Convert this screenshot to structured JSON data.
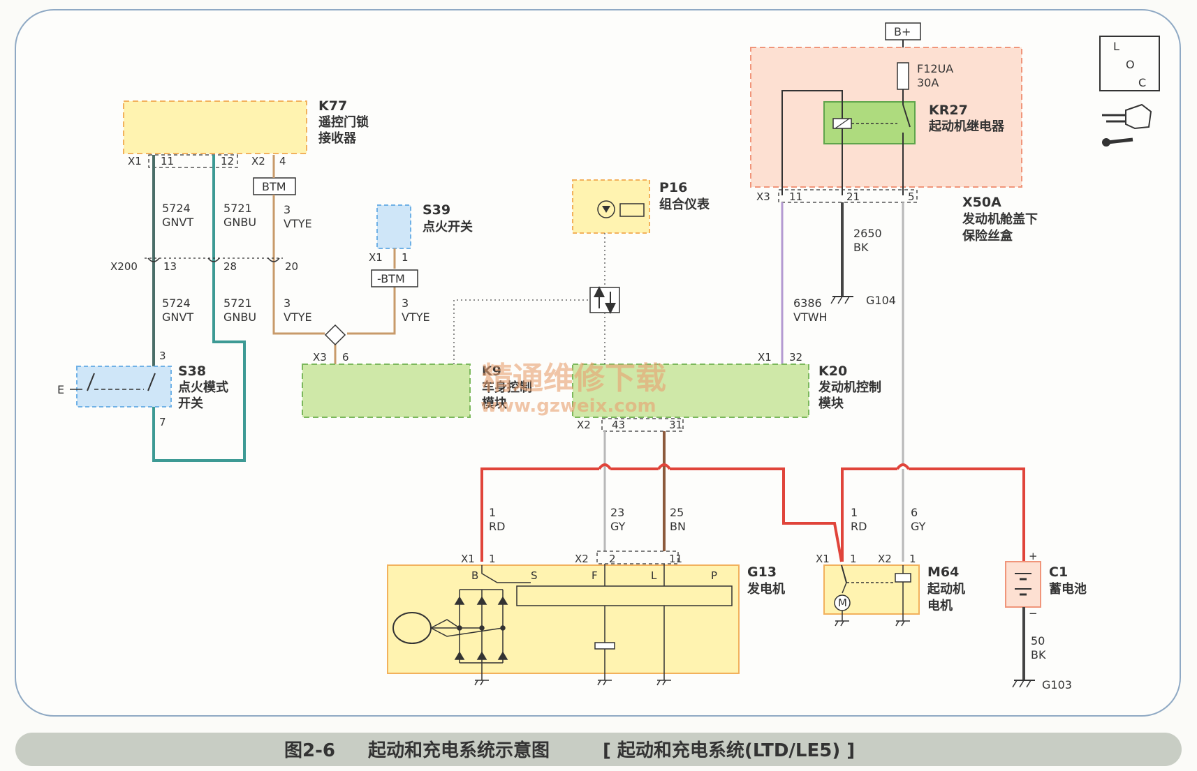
{
  "caption": {
    "figure": "图2-6",
    "title": "起动和充电系统示意图",
    "subtitle": "[ 起动和充电系统(LTD/LE5) ]"
  },
  "watermark": {
    "line1": "精通维修下载",
    "line2": "www.gzweix.com"
  },
  "icons": {
    "loc_l": "L",
    "loc_o": "O",
    "loc_c": "C"
  },
  "supply": {
    "label": "B+"
  },
  "fuse": {
    "name": "F12UA",
    "rating": "30A"
  },
  "components": {
    "k77": {
      "id": "K77",
      "line1": "遥控门锁",
      "line2": "接收器"
    },
    "s39": {
      "id": "S39",
      "name": "点火开关"
    },
    "p16": {
      "id": "P16",
      "name": "组合仪表"
    },
    "kr27": {
      "id": "KR27",
      "name": "起动机继电器"
    },
    "x50a": {
      "id": "X50A",
      "line1": "发动机舱盖下",
      "line2": "保险丝盒"
    },
    "s38": {
      "id": "S38",
      "line1": "点火模式",
      "line2": "开关"
    },
    "k9": {
      "id": "K9",
      "line1": "车身控制",
      "line2": "模块"
    },
    "k20": {
      "id": "K20",
      "line1": "发动机控制",
      "line2": "模块"
    },
    "g13": {
      "id": "G13",
      "name": "发电机"
    },
    "m64": {
      "id": "M64",
      "line1": "起动机",
      "line2": "电机"
    },
    "c1": {
      "id": "C1",
      "name": "蓄电池"
    }
  },
  "connectors": {
    "k77_x1": "X1",
    "k77_x2": "X2",
    "x200": "X200",
    "s39_x1": "X1",
    "k9_x3": "X3",
    "k20_x1": "X1",
    "k20_x2": "X2",
    "x50a_x3": "X3",
    "g13_x1": "X1",
    "g13_x2": "X2",
    "m64_x1": "X1",
    "m64_x2": "X2"
  },
  "pins": {
    "k77_11": "11",
    "k77_12": "12",
    "k77_4": "4",
    "x200_13": "13",
    "x200_28": "28",
    "x200_20": "20",
    "s39_1": "1",
    "s38_3": "3",
    "s38_7": "7",
    "k9_6": "6",
    "k20_32": "32",
    "k20_43": "43",
    "k20_31": "31",
    "x50a_11": "11",
    "x50a_21": "21",
    "x50a_5": "5",
    "g13_1": "1",
    "g13_2": "2",
    "g13_11": "11",
    "m64_1a": "1",
    "m64_1b": "1"
  },
  "circuits": [
    {
      "num": "5724",
      "color": "GNVT"
    },
    {
      "num": "5721",
      "color": "GNBU"
    },
    {
      "num": "3",
      "color": "VTYE"
    },
    {
      "num": "2650",
      "color": "BK"
    },
    {
      "num": "6386",
      "color": "VTWH"
    },
    {
      "num": "1",
      "color": "RD"
    },
    {
      "num": "23",
      "color": "GY"
    },
    {
      "num": "25",
      "color": "BN"
    },
    {
      "num": "6",
      "color": "GY"
    },
    {
      "num": "50",
      "color": "BK"
    }
  ],
  "splices": {
    "btm_top": "BTM",
    "btm_s39": "-BTM"
  },
  "grounds": {
    "g104": "G104",
    "g103": "G103"
  },
  "switch_e": "E",
  "gen_terms": {
    "b": "B",
    "s": "S",
    "f": "F",
    "l": "L",
    "p": "P"
  },
  "motor": "M",
  "battery_pos": "+",
  "battery_neg": "−",
  "colors": {
    "red_wire": "#e0443a",
    "teal_wire": "#3d9a94",
    "tan_wire": "#c89a6a",
    "gray_wire": "#b8b8b8",
    "violet_wire": "#b49ad2",
    "black_wire": "#444444",
    "module_yellow": "#fff3b0",
    "module_green": "#cfe8a8",
    "switch_blue": "#cfe6f8",
    "fusebox_pink": "#fde0d2"
  }
}
